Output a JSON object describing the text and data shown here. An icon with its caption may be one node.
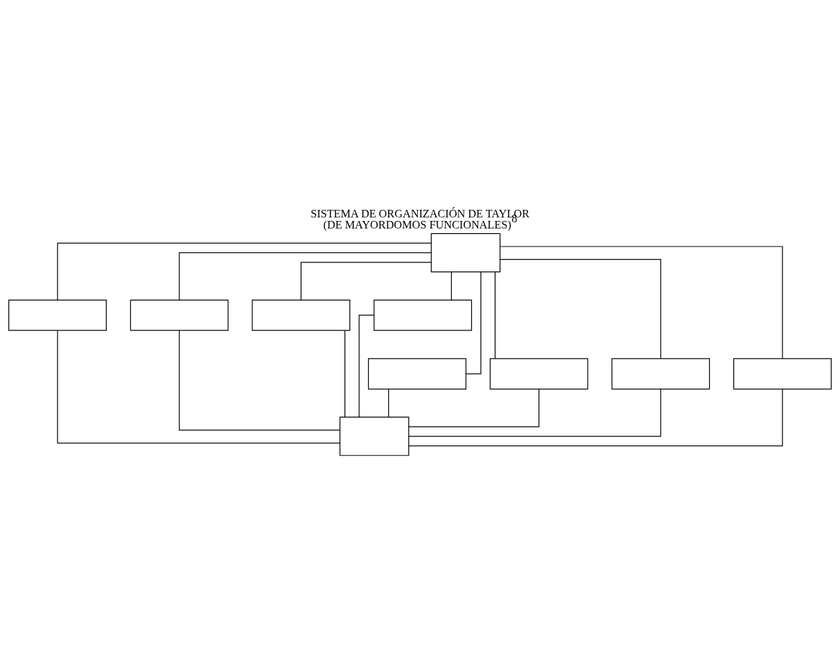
{
  "diagram": {
    "title": "SISTEMA DE ORGANIZACIÓN DE TAYLOR (DE MAYORDOMOS FUNCIONALES)$^{8}$",
    "nodes": [
      {
        "text": [],
        "shape": "box"
      },
      {
        "text": [],
        "shape": "box"
      },
      {
        "text": [],
        "shape": "box"
      },
      {
        "text": [],
        "shape": "box"
      },
      {
        "text": [],
        "shape": "box"
      },
      {
        "text": [],
        "shape": "box"
      },
      {
        "text": [],
        "shape": "box"
      },
      {
        "text": [],
        "shape": "box"
      },
      {
        "text": [],
        "shape": "box"
      },
      {
        "text": [],
        "shape": "box"
      }
    ],
    "edges": [
      {
        "from": 0,
        "to": 1,
        "arrow": "none"
      },
      {
        "from": 0,
        "to": 2,
        "arrow": "none"
      },
      {
        "from": 0,
        "to": 3,
        "arrow": "none"
      },
      {
        "from": 0,
        "to": 4,
        "arrow": "none"
      },
      {
        "from": 0,
        "to": 5,
        "arrow": "none"
      },
      {
        "from": 0,
        "to": 6,
        "arrow": "none"
      },
      {
        "from": 0,
        "to": 7,
        "arrow": "none"
      },
      {
        "from": 0,
        "to": 8,
        "arrow": "none"
      },
      {
        "from": 1,
        "to": 9,
        "arrow": "none"
      },
      {
        "from": 2,
        "to": 9,
        "arrow": "none"
      },
      {
        "from": 3,
        "to": 9,
        "arrow": "none"
      },
      {
        "from": 4,
        "to": 9,
        "arrow": "none"
      },
      {
        "from": 5,
        "to": 9,
        "arrow": "none"
      },
      {
        "from": 6,
        "to": 9,
        "arrow": "none"
      },
      {
        "from": 7,
        "to": 9,
        "arrow": "none"
      },
      {
        "from": 8,
        "to": 9,
        "arrow": "none"
      }
    ]
  }
}
